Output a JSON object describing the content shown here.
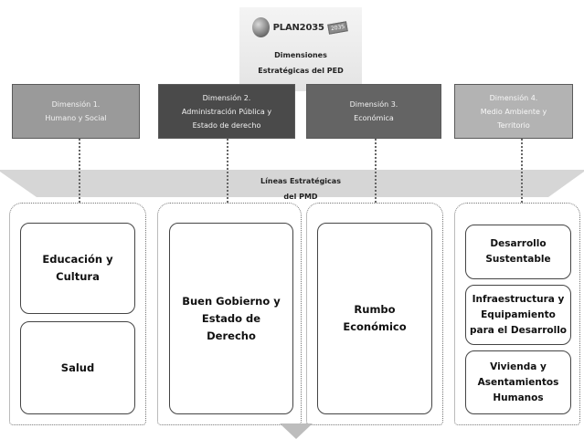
{
  "header": {
    "logo_text": "PLAN2035",
    "logo_stamp": "2035",
    "title_line1": "Dimensiones",
    "title_line2": "Estratégicas del PED"
  },
  "dimensions": [
    {
      "line1": "Dimensión 1.",
      "line2": "Humano y Social",
      "line3": ""
    },
    {
      "line1": "Dimensión 2.",
      "line2": "Administración Pública y",
      "line3": "Estado de derecho"
    },
    {
      "line1": "Dimensión 3.",
      "line2": "Económica",
      "line3": ""
    },
    {
      "line1": "Dimensión 4.",
      "line2": "Medio Ambiente y",
      "line3": "Territorio"
    }
  ],
  "band": {
    "line1": "Líneas Estratégicas",
    "line2": "del PMD"
  },
  "lines": {
    "col1": [
      {
        "line1": "Educación y",
        "line2": "Cultura"
      },
      {
        "line1": "Salud",
        "line2": ""
      }
    ],
    "col2": [
      {
        "line1": "Buen Gobierno y",
        "line2": "Estado de",
        "line3": "Derecho"
      }
    ],
    "col3": [
      {
        "line1": "Rumbo",
        "line2": "Económico"
      }
    ],
    "col4": [
      {
        "line1": "Desarrollo",
        "line2": "Sustentable",
        "line3": ""
      },
      {
        "line1": "Infraestructura y",
        "line2": "Equipamiento",
        "line3": "para el Desarrollo"
      },
      {
        "line1": "Vivienda y",
        "line2": "Asentamientos",
        "line3": "Humanos"
      }
    ]
  },
  "colors": {
    "dim1": "#9a9a9a",
    "dim2": "#4a4a4a",
    "dim3": "#646464",
    "dim4": "#b3b3b3",
    "band": "#d6d6d6",
    "border": "#444444"
  }
}
